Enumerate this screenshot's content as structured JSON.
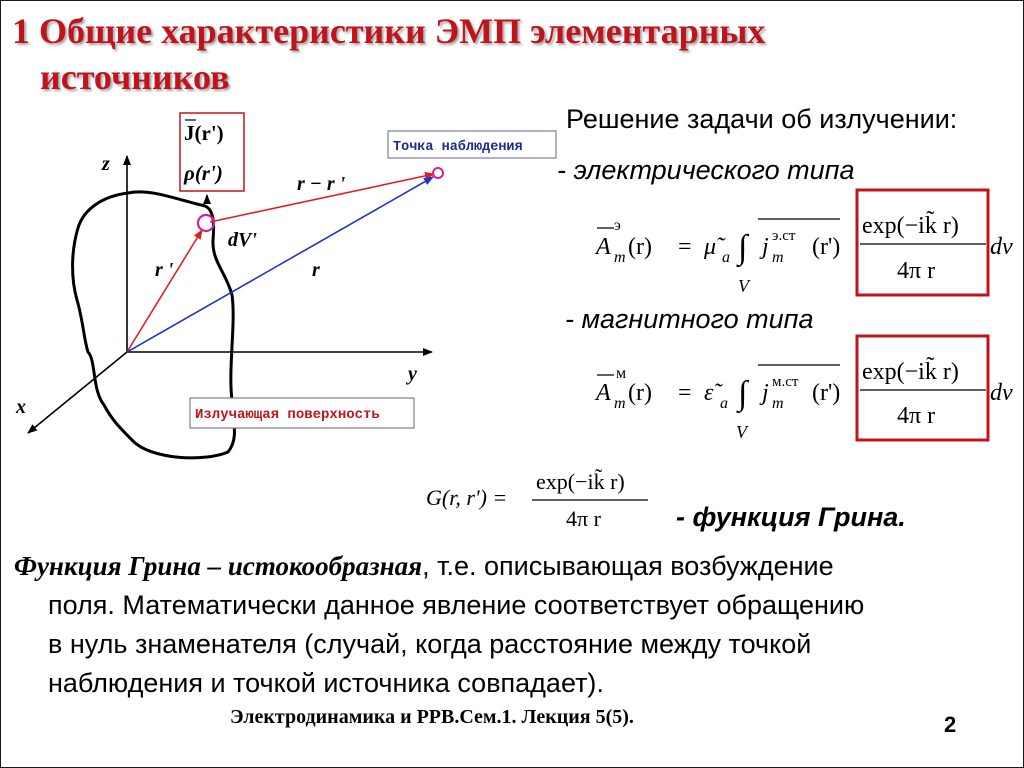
{
  "slide": {
    "title_line1": "1 Общие характеристики ЭМП элементарных",
    "title_line2": "источников",
    "page_number": "2",
    "footer": "Электродинамика и РРВ.Сем.1. Лекция 5(5).",
    "colors": {
      "title": "#c0141c",
      "box": "#c0141c",
      "vector_r": "#1f35c8",
      "vector_rp": "#e02020"
    }
  },
  "diagram": {
    "axis_z": "z",
    "axis_y": "y",
    "axis_x": "x",
    "source_current": "J(r')",
    "source_charge": "ρ(r')",
    "element": "dV'",
    "vec_rprime": "r '",
    "vec_r": "r",
    "vec_diff": "r − r '",
    "observation_label": "Точка наблюдения",
    "surface_label": "Излучающая поверхность"
  },
  "solution": {
    "heading": "Решение задачи об излучении:",
    "electric_label": "-  электрического  типа",
    "magnetic_label": "- магнитного типа",
    "green_label": "- функция Грина."
  },
  "formulas": {
    "A_e_sup": "э",
    "A_m_sup": "м",
    "A_sub": "m",
    "lhs_arg": "(r)",
    "eq": "=",
    "mu": "μ̃",
    "eps": "ε̃",
    "param_sub": "a",
    "integral": "∫",
    "V": "V",
    "j_sup_e": "э.ст",
    "j_sup_m": "м.ст",
    "j": "j",
    "j_sub": "m",
    "j_arg": "(r')",
    "numerator": "exp(−ik̃ r)",
    "denominator": "4π r",
    "dv": "dv",
    "green_lhs": "G(r, r') =",
    "green_num": "exp(−ik̃ r)",
    "green_den": "4π r"
  },
  "paragraph": {
    "lead": "Функция Грина – истокообразная",
    "rest_line1": ", т.е. описывающая возбуждение",
    "line2": "поля. Математически  данное явление соответствует обращению",
    "line3": "в нуль знаменателя (случай, когда расстояние между точкой",
    "line4": "наблюдения и точкой источника совпадает)."
  }
}
